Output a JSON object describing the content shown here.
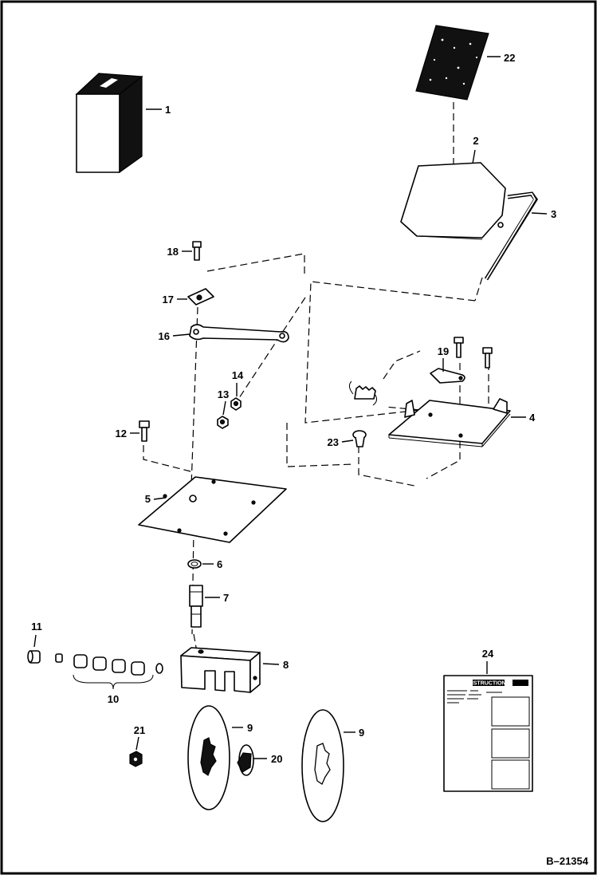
{
  "figure_id": "B–21354",
  "instruction_card": {
    "heading": "INSTRUCTIONS"
  },
  "callouts": [
    "1",
    "2",
    "3",
    "4",
    "5",
    "6",
    "7",
    "8",
    "9",
    "9",
    "10",
    "11",
    "12",
    "13",
    "14",
    "16",
    "17",
    "18",
    "19",
    "20",
    "21",
    "22",
    "23",
    "24"
  ]
}
